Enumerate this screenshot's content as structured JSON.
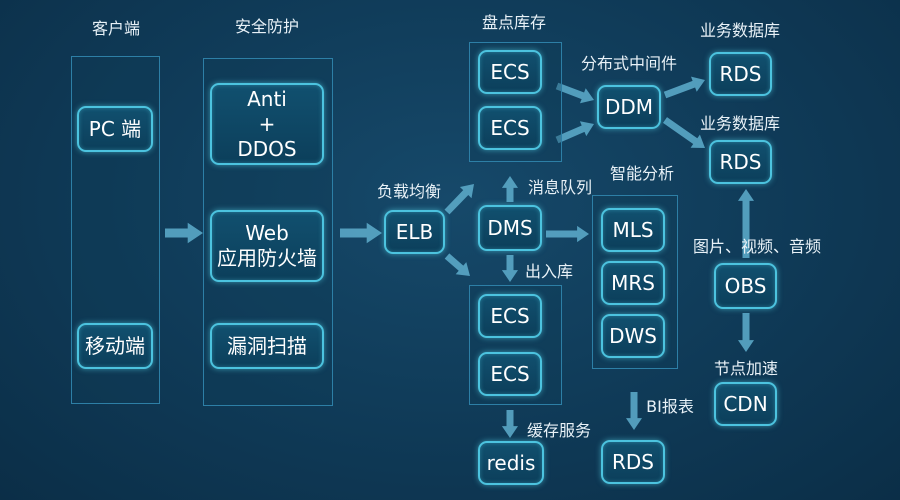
{
  "labels": {
    "client": "客户端",
    "security": "安全防护",
    "inventory": "盘点库存",
    "middleware": "分布式中间件",
    "business_db_1": "业务数据库",
    "business_db_2": "业务数据库",
    "load_balance": "负载均衡",
    "message_queue": "消息队列",
    "smart_analysis": "智能分析",
    "media": "图片、视频、音频",
    "outbound": "出入库",
    "node_accel": "节点加速",
    "bi_report": "BI报表",
    "cache_service": "缓存服务"
  },
  "nodes": {
    "pc": "PC 端",
    "mobile": "移动端",
    "anti_ddos_1": "Anti",
    "anti_ddos_2": "+",
    "anti_ddos_3": "DDOS",
    "waf_1": "Web",
    "waf_2": "应用防火墙",
    "vuln_scan": "漏洞扫描",
    "elb": "ELB",
    "ecs_1": "ECS",
    "ecs_2": "ECS",
    "dms": "DMS",
    "ecs_3": "ECS",
    "ecs_4": "ECS",
    "redis": "redis",
    "ddm": "DDM",
    "rds_1": "RDS",
    "rds_2": "RDS",
    "mls": "MLS",
    "mrs": "MRS",
    "dws": "DWS",
    "rds_bi": "RDS",
    "obs": "OBS",
    "cdn": "CDN"
  },
  "colors": {
    "background": "#0f3a57",
    "node_border": "#4cc3df",
    "node_fill": "#0e4766",
    "arrow": "#5aa7c7",
    "column_border": "#2d7fa6"
  }
}
